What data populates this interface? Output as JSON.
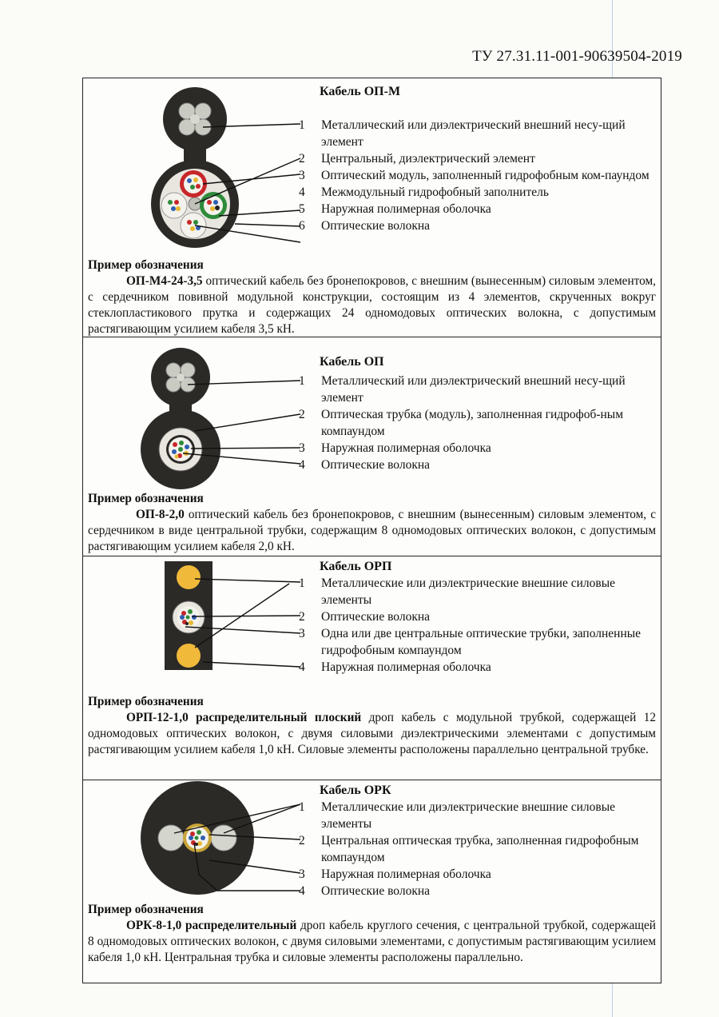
{
  "doc_code": "ТУ 27.31.11-001-90639504-2019",
  "example_heading": "Пример обозначения",
  "sections": [
    {
      "title": "Кабель  ОП-М",
      "items": [
        {
          "num": "1",
          "text": "Металлический или диэлектрический внешний несу-щий элемент"
        },
        {
          "num": "2",
          "text": "Центральный, диэлектрический элемент"
        },
        {
          "num": "3",
          "text": "Оптический модуль, заполненный гидрофобным ком-паундом"
        },
        {
          "num": "4",
          "text": "Межмодульный гидрофобный заполнитель"
        },
        {
          "num": "5",
          "text": "Наружная полимерная оболочка"
        },
        {
          "num": "6",
          "text": "Оптические волокна"
        }
      ],
      "example_code": "ОП-М4-24-3,5",
      "example_text": " оптический кабель без бронепокровов, с внешним (вынесенным) силовым элементом, с сердечником повивной модульной конструкции, состоящим из 4 элементов, скрученных вокруг стеклопластикового прутка и содержащих 24 одномодовых оптических волокна, с допустимым растягивающим усилием кабеля 3,5 кН."
    },
    {
      "title": "Кабель  ОП",
      "items": [
        {
          "num": "1",
          "text": "Металлический или диэлектрический внешний несу-щий элемент"
        },
        {
          "num": "2",
          "text": "Оптическая трубка (модуль), заполненная гидрофоб-ным компаундом"
        },
        {
          "num": "3",
          "text": "Наружная полимерная оболочка"
        },
        {
          "num": "4",
          "text": "Оптические волокна"
        }
      ],
      "example_code": "ОП-8-2,0",
      "example_text": " оптический кабель без бронепокровов, с внешним (вынесенным) силовым элементом, с сердечником в виде центральной трубки, содержащим 8 одномодовых оптических волокон, с допустимым растягивающим усилием кабеля 2,0 кН."
    },
    {
      "title": "Кабель  ОРП",
      "items": [
        {
          "num": "1",
          "text": "Металлические или диэлектрические внешние силовые элементы"
        },
        {
          "num": "2",
          "text": "Оптические волокна"
        },
        {
          "num": "3",
          "text": "Одна или  две центральные оптические трубки, заполненные гидрофобным компаундом"
        },
        {
          "num": "4",
          "text": "Наружная полимерная оболочка"
        }
      ],
      "example_code": "ОРП-12-1,0 распределительный плоский",
      "example_text": " дроп  кабель с модульной трубкой, содержащей 12 одномодовых оптических волокон, с двумя силовыми  диэлектрическими элементами с допустимым растягивающим усилием кабеля 1,0 кН. Силовые элементы расположены параллельно центральной трубке."
    },
    {
      "title": "Кабель  ОРК",
      "items": [
        {
          "num": "1",
          "text": "Металлические или диэлектрические внешние силовые элементы"
        },
        {
          "num": "2",
          "text": "Центральная оптическая трубка, заполненная гидрофобным компаундом"
        },
        {
          "num": "3",
          "text": "Наружная полимерная оболочка"
        },
        {
          "num": "4",
          "text": "Оптические волокна"
        }
      ],
      "example_code": "ОРК-8-1,0 распределительный",
      "example_text": " дроп кабель круглого сечения, с центральной трубкой, содержащей 8 одномодовых оптических волокон, с двумя силовыми  элементами,  с допустимым растягивающим усилием кабеля 1,0 кН. Центральная трубка и силовые элементы расположены параллельно."
    }
  ],
  "colors": {
    "jacket": "#2c2a27",
    "fiber_red": "#c8262a",
    "fiber_green": "#2e8b3a",
    "fiber_yellow": "#e8b830",
    "fiber_blue": "#2f5fb3",
    "strength_member": "#c9cbc2",
    "flat_rod": "#f0b93a"
  }
}
